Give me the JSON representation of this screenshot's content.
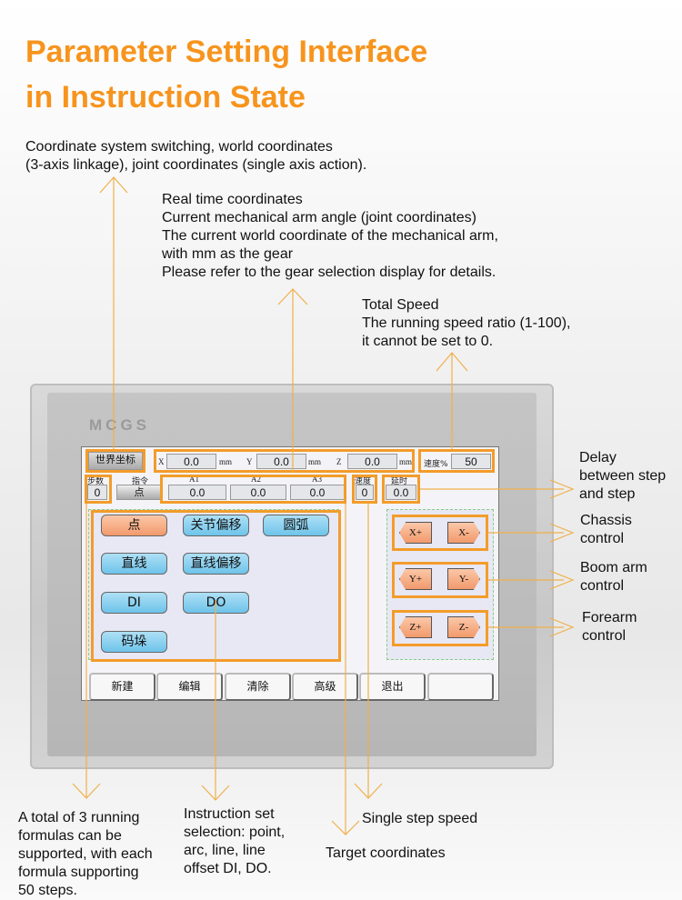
{
  "title": [
    "Parameter Setting Interface",
    "in Instruction State"
  ],
  "notes": {
    "coord_switch": [
      "Coordinate system switching, world coordinates",
      "(3-axis linkage), joint coordinates (single axis action)."
    ],
    "realtime": [
      "Real time coordinates",
      "Current mechanical arm angle (joint coordinates)",
      "The current world coordinate of the mechanical arm,",
      "with mm as the gear",
      "Please refer to the gear selection display for details."
    ],
    "total_speed": [
      "Total Speed",
      "The running speed ratio (1-100),",
      "it cannot be set to 0."
    ],
    "delay": [
      "Delay",
      "between step",
      "and step"
    ],
    "chassis": [
      "Chassis",
      "control"
    ],
    "boom": [
      "Boom arm",
      "control"
    ],
    "forearm": [
      "Forearm",
      "control"
    ],
    "formulas": [
      "A total of 3 running",
      "formulas can be",
      "supported, with each",
      "formula supporting",
      "50 steps."
    ],
    "instruction_set": [
      "Instruction set",
      "selection: point,",
      "arc, line, line",
      "offset DI, DO."
    ],
    "single_step": "Single step speed",
    "target": "Target coordinates"
  },
  "device": {
    "brand": "MCGS"
  },
  "screen": {
    "coord_mode": "世界坐标",
    "x_label": "X",
    "x_value": "0.0",
    "y_label": "Y",
    "y_value": "0.0",
    "z_label": "Z",
    "z_value": "0.0",
    "unit": "mm",
    "speed_pct_label": "速度%",
    "speed_pct_value": "50",
    "steps_label": "步数",
    "steps_value": "0",
    "cmd_label": "指令",
    "cmd_value": "点",
    "a1_label": "A1",
    "a1_value": "0.0",
    "a2_label": "A2",
    "a2_value": "0.0",
    "a3_label": "A3",
    "a3_value": "0.0",
    "speed_label": "速度",
    "speed_value": "0",
    "delay_label": "延时",
    "delay_value": "0.0",
    "instructions": [
      "点",
      "关节偏移",
      "圆弧",
      "直线",
      "直线偏移",
      "DI",
      "DO",
      "码垛"
    ],
    "axis_buttons": [
      "X+",
      "X-",
      "Y+",
      "Y-",
      "Z+",
      "Z-"
    ],
    "bottom_buttons": [
      "新建",
      "编辑",
      "清除",
      "高级",
      "退出",
      ""
    ]
  }
}
